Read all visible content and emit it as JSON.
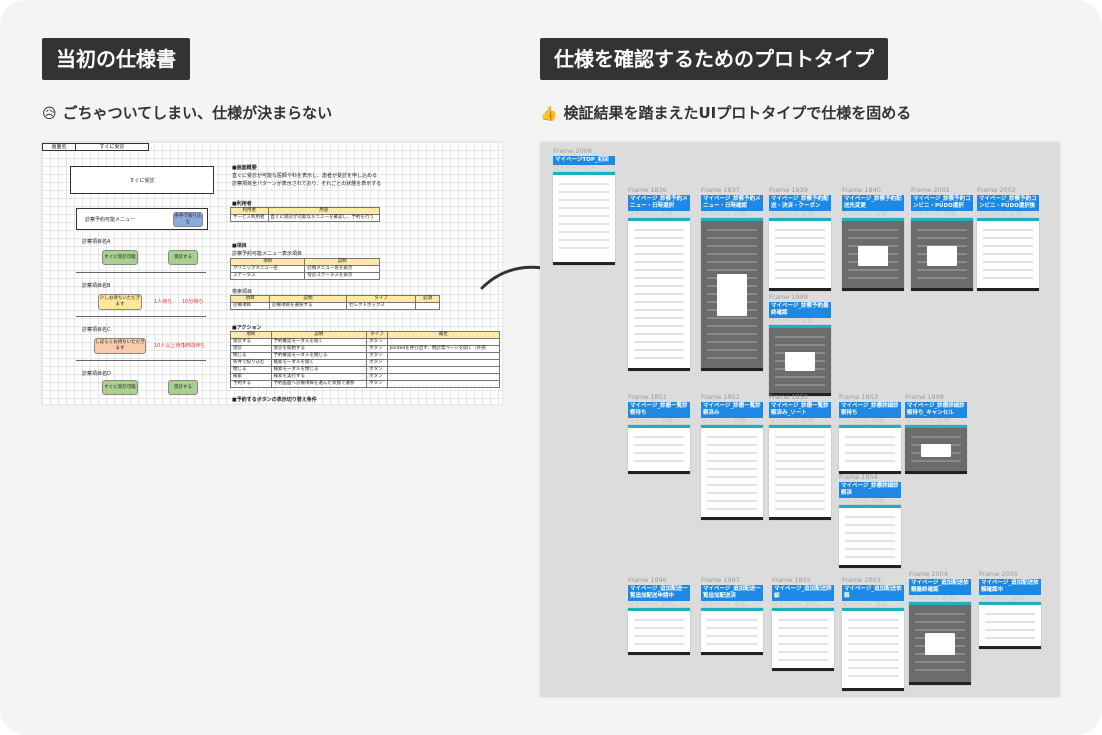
{
  "left": {
    "title": "当初の仕様書",
    "subtitle_emoji": "😥",
    "subtitle": "ごちゃついてしまい、仕様が決まらない"
  },
  "right": {
    "title": "仕様を確認するためのプロトタイプ",
    "subtitle_emoji": "👍",
    "subtitle": "検証結果を踏まえたUIプロトタイプで仕様を固める"
  },
  "sheet": {
    "header_key": "画面名",
    "header_value": "すぐに受診",
    "wireframe": {
      "banner": "すぐに受診",
      "menu_label": "診察予約可能メニュー",
      "menu_button": "条件で絞り込む",
      "sections": [
        {
          "label": "診察項目名A",
          "left": "すぐに受診可能",
          "right": "受診する",
          "note1": "",
          "note2": ""
        },
        {
          "label": "診察項目名B",
          "left": "少しお待ちいただきます",
          "right": "",
          "note1": "1人待ち",
          "note2": "10分待ち"
        },
        {
          "label": "診察項目名C",
          "left": "しばらくお待ちいただきます",
          "right": "",
          "note1": "10人以上待ち",
          "note2": "1時間待ち"
        },
        {
          "label": "診察項目名D",
          "left": "すぐに受診可能",
          "right": "受診する",
          "note1": "",
          "note2": ""
        }
      ]
    },
    "overview_heading": "■画面概要",
    "overview_lines": [
      "直ぐに受診が可能な医師や科を表示し、患者が受診を申し込める",
      "診察項目全パターンが表示されており、それごとの状態を表示する"
    ],
    "users_heading": "■利用者",
    "users_headers": [
      "利用者",
      "用途"
    ],
    "users_rows": [
      [
        "サービス利用者",
        "直ぐに受診が可能なメニューを確認し、予約を行う"
      ]
    ],
    "items_heading": "■項目",
    "items_caption": "診察予約可能メニュー表示項目",
    "items_headers": [
      "項目",
      "説明"
    ],
    "items_rows": [
      [
        "クリニックメニュー名",
        "診察メニュー名を表示"
      ],
      [
        "ステータス",
        "受診ステータスを表示"
      ]
    ],
    "search_caption": "検索項目",
    "search_headers": [
      "項目",
      "説明",
      "タイプ",
      "必須"
    ],
    "search_rows": [
      [
        "診療項目",
        "診療項目を選択する",
        "セレクトボックス",
        ""
      ]
    ],
    "actions_heading": "■アクション",
    "actions_headers": [
      "項目",
      "説明",
      "タイプ",
      "補足"
    ],
    "actions_rows": [
      [
        "受診する",
        "予約確認モーダルを開く",
        "ボタン",
        ""
      ],
      [
        "受診",
        "受診を開始する",
        "ボタン",
        "Jointedを呼び出す、問診票ページを開く（外部"
      ],
      [
        "閉じる",
        "予約確認モーダルを閉じる",
        "ボタン",
        ""
      ],
      [
        "条件で絞り込む",
        "検索モーダルを開く",
        "ボタン",
        ""
      ],
      [
        "閉じる",
        "検索モーダルを閉じる",
        "ボタン",
        ""
      ],
      [
        "検索",
        "検索を実行する",
        "ボタン",
        ""
      ],
      [
        "予約する",
        "予約画面へ診療項目を選んだ状態で遷移",
        "ボタン",
        ""
      ]
    ],
    "footer_heading": "■予約するボタンの表示切り替え条件"
  },
  "frames": [
    {
      "name": "Frame 2008",
      "label": "マイページTOP_初回",
      "ghost": "マイページTOP_...",
      "dark": false
    },
    {
      "name": "Frame 1836",
      "label": "マイページ_診察予約メニュー・日時選択",
      "ghost": "マイページ_診察...",
      "dark": false
    },
    {
      "name": "Frame 1837",
      "label": "マイページ_診察予約メニュー・日時確認",
      "ghost": "マイページ_診察...",
      "dark": true
    },
    {
      "name": "Frame 1839",
      "label": "マイページ_診察予約配送・決済・クーポン",
      "ghost": "マイページ_診察...",
      "dark": false
    },
    {
      "name": "Frame 1840",
      "label": "マイページ_診察予約配送先変更",
      "ghost": "マイページ_診察...",
      "dark": true
    },
    {
      "name": "Frame 2001",
      "label": "マイページ_診察予約コンビニ・PUDO選択",
      "ghost": "マイページ_診察...",
      "dark": true
    },
    {
      "name": "Frame 2002",
      "label": "マイページ_診察予約コンビニ・PUDO選択後",
      "ghost": "マイページ_診察...",
      "dark": false
    },
    {
      "name": "Frame 1999",
      "label": "マイページ_診察予約最終確認",
      "ghost": "マイページ_診察...",
      "dark": true
    },
    {
      "name": "Frame 1851",
      "label": "マイページ_診療一覧診察待ち",
      "ghost": "マイページ_診療...",
      "dark": false
    },
    {
      "name": "Frame 1852",
      "label": "マイページ_診療一覧診察済み",
      "ghost": "マイページ_診療...",
      "dark": false
    },
    {
      "name": "Frame 1850",
      "label": "マイページ_診療一覧診察済み_ソート",
      "ghost": "マイページ_診療...",
      "dark": false
    },
    {
      "name": "Frame 1853",
      "label": "マイページ_診療詳細診察待ち",
      "ghost": "マイページ_診療...",
      "dark": false
    },
    {
      "name": "Frame 1998",
      "label": "マイページ_診療詳細診察待ち_キャンセル",
      "ghost": "マイページ_診療...",
      "dark": true
    },
    {
      "name": "Frame 1854",
      "label": "マイページ_診療詳細診察済",
      "ghost": "マイページ_診療...",
      "dark": false
    },
    {
      "name": "Frame 1996",
      "label": "マイページ_追加配送一覧追加配送申請中",
      "ghost": "マイページ_追加...",
      "dark": false
    },
    {
      "name": "Frame 1997",
      "label": "マイページ_追加配送一覧追加配送済",
      "ghost": "マイページ_追加...",
      "dark": false
    },
    {
      "name": "Frame 1855",
      "label": "マイページ_追加配送詳細",
      "ghost": "マイページ_追加...",
      "dark": false
    },
    {
      "name": "Frame 2003",
      "label": "マイページ_追加配送依頼",
      "ghost": "マイページ_追加...",
      "dark": false
    },
    {
      "name": "Frame 2004",
      "label": "マイページ_追加配送依頼最終確認",
      "ghost": "マイページ_追加...",
      "dark": true
    },
    {
      "name": "Frame 2005",
      "label": "マイページ_追加配送依頼確認中",
      "ghost": "マイページ_追加...",
      "dark": false
    }
  ]
}
